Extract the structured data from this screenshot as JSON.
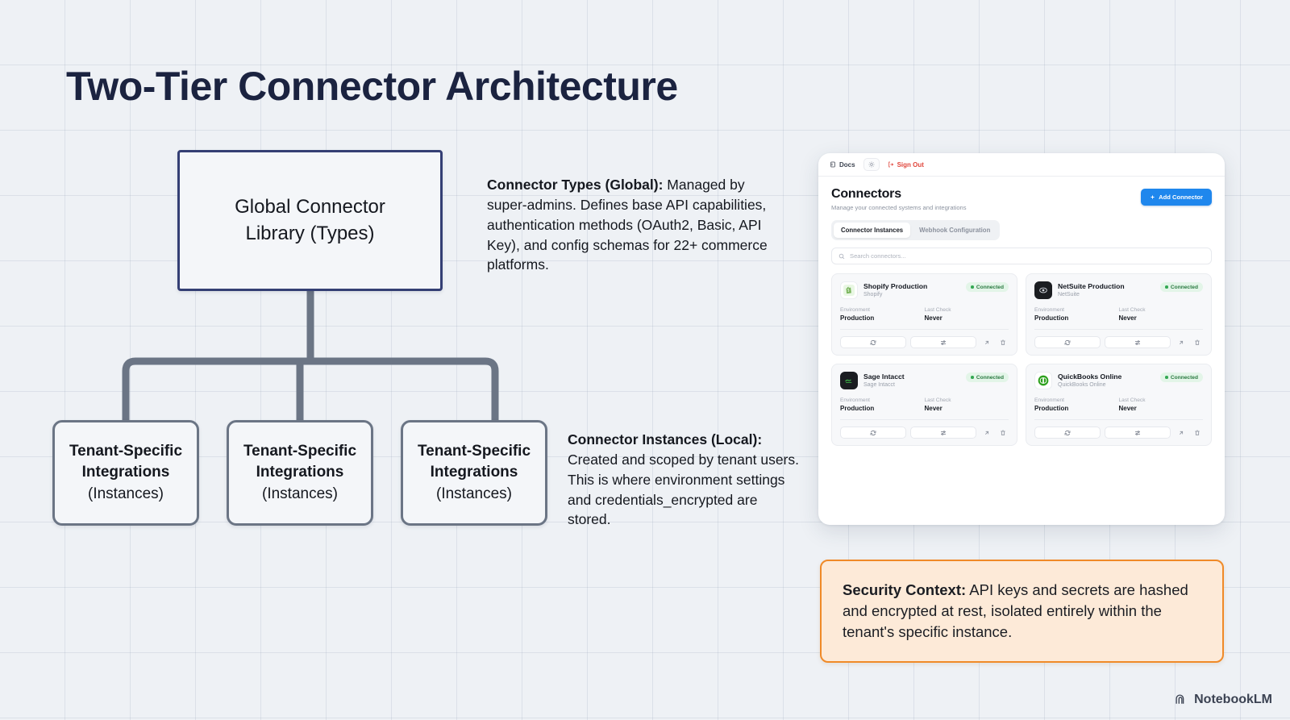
{
  "page": {
    "title": "Two-Tier Connector Architecture",
    "background_color": "#eef1f5",
    "title_color": "#1b2340"
  },
  "diagram": {
    "global_node": {
      "line1": "Global Connector",
      "line2": "Library (Types)",
      "border_color": "#343f74"
    },
    "tenant_nodes": [
      {
        "line1": "Tenant-Specific",
        "line2": "Integrations",
        "line3": "(Instances)"
      },
      {
        "line1": "Tenant-Specific",
        "line2": "Integrations",
        "line3": "(Instances)"
      },
      {
        "line1": "Tenant-Specific",
        "line2": "Integrations",
        "line3": "(Instances)"
      }
    ],
    "connector_color": "#6b7585"
  },
  "annotations": {
    "types": {
      "label": "Connector Types (Global):",
      "body": " Managed by super-admins. Defines base API capabilities, authentication methods (OAuth2, Basic, API Key), and config schemas for 22+ commerce platforms."
    },
    "instances": {
      "label": "Connector Instances (Local):",
      "body": " Created and scoped by tenant users. This is where environment settings and credentials_encrypted are stored."
    }
  },
  "app": {
    "topbar": {
      "docs_label": "Docs",
      "docs_icon": "book-icon",
      "theme_icon": "sun-icon",
      "signout_label": "Sign Out",
      "signout_icon": "logout-icon",
      "signout_color": "#e0463c"
    },
    "header": {
      "title": "Connectors",
      "subtitle": "Manage your connected systems and integrations",
      "add_button_label": "Add Connector",
      "add_button_icon": "plus-icon",
      "add_button_color": "#1f87ed"
    },
    "tabs": [
      {
        "label": "Connector Instances",
        "active": true
      },
      {
        "label": "Webhook Configuration",
        "active": false
      }
    ],
    "search": {
      "placeholder": "Search connectors...",
      "icon": "search-icon",
      "value": ""
    },
    "connectors": [
      {
        "name": "Shopify Production",
        "type": "Shopify",
        "status": "Connected",
        "status_color": "#2b7a42",
        "icon": "shopify-icon",
        "environment_label": "Environment",
        "environment_value": "Production",
        "last_check_label": "Last Check",
        "last_check_value": "Never"
      },
      {
        "name": "NetSuite Production",
        "type": "NetSuite",
        "status": "Connected",
        "status_color": "#2b7a42",
        "icon": "netsuite-icon",
        "environment_label": "Environment",
        "environment_value": "Production",
        "last_check_label": "Last Check",
        "last_check_value": "Never"
      },
      {
        "name": "Sage Intacct",
        "type": "Sage Intacct",
        "status": "Connected",
        "status_color": "#2b7a42",
        "icon": "sage-icon",
        "environment_label": "Environment",
        "environment_value": "Production",
        "last_check_label": "Last Check",
        "last_check_value": "Never"
      },
      {
        "name": "QuickBooks Online",
        "type": "QuickBooks Online",
        "status": "Connected",
        "status_color": "#2b7a42",
        "icon": "quickbooks-icon",
        "environment_label": "Environment",
        "environment_value": "Production",
        "last_check_label": "Last Check",
        "last_check_value": "Never"
      }
    ],
    "card_actions": {
      "sync_icon": "refresh-icon",
      "configure_icon": "sliders-icon",
      "open_icon": "external-link-icon",
      "delete_icon": "trash-icon"
    }
  },
  "security_callout": {
    "label": "Security Context:",
    "body": " API keys and secrets are hashed and encrypted at rest, isolated entirely within the tenant's specific instance.",
    "border_color": "#f08a28",
    "background_color": "#fdead8"
  },
  "watermark": {
    "label": "NotebookLM",
    "icon": "notebooklm-logo-icon"
  }
}
